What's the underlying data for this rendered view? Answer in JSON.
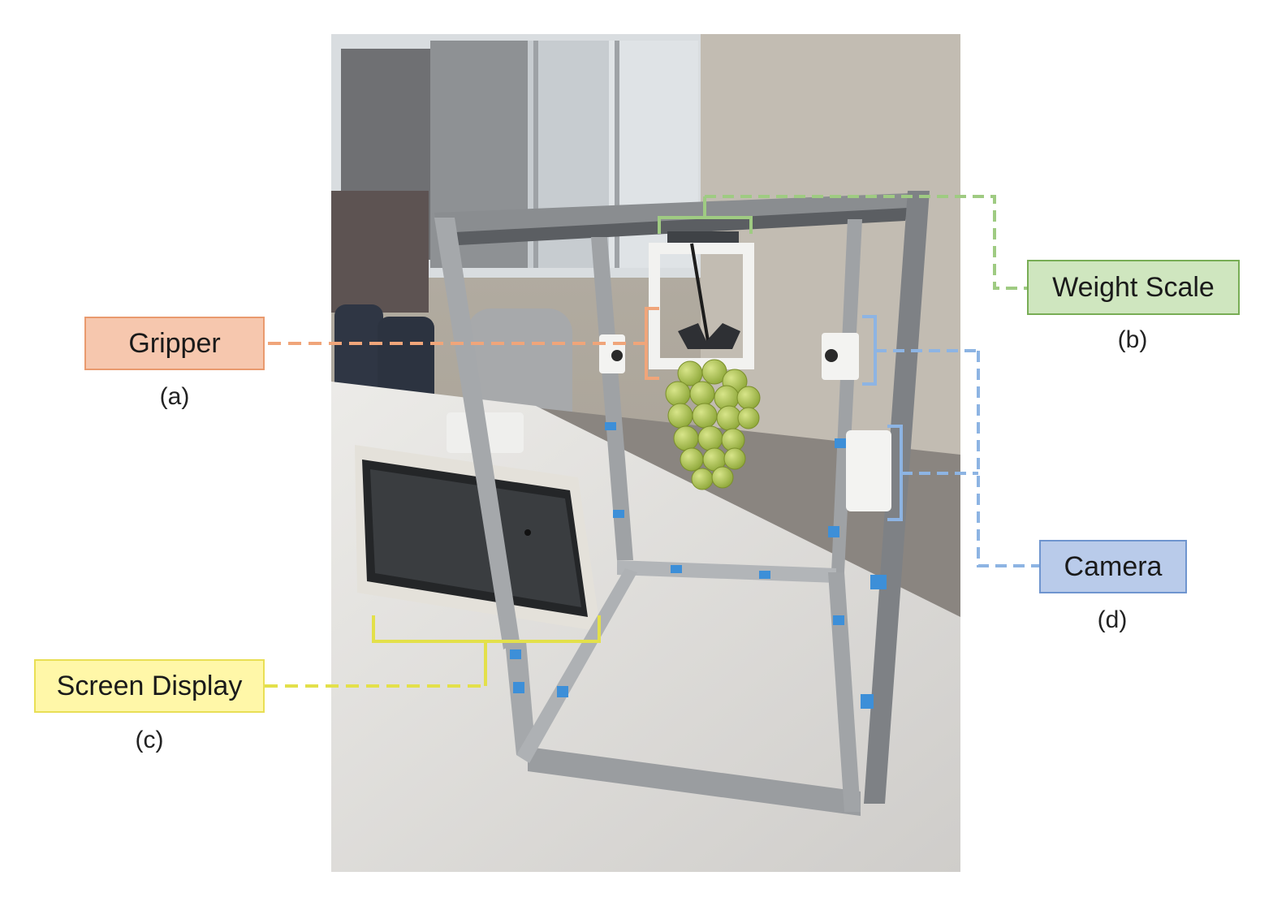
{
  "labels": {
    "gripper": {
      "text": "Gripper",
      "tag": "(a)",
      "fill": "#f6c7ae",
      "stroke": "#e99a6e"
    },
    "weight": {
      "text": "Weight Scale",
      "tag": "(b)",
      "fill": "#cfe6bf",
      "stroke": "#78ad55"
    },
    "screen": {
      "text": "Screen Display",
      "tag": "(c)",
      "fill": "#fff7a8",
      "stroke": "#e9df55"
    },
    "camera": {
      "text": "Camera",
      "tag": "(d)",
      "fill": "#b9cbea",
      "stroke": "#6f95cf"
    }
  },
  "photo": {
    "subject": "aluminium-frame grape inspection rig with gripper, weight scale, screen display and cameras"
  }
}
